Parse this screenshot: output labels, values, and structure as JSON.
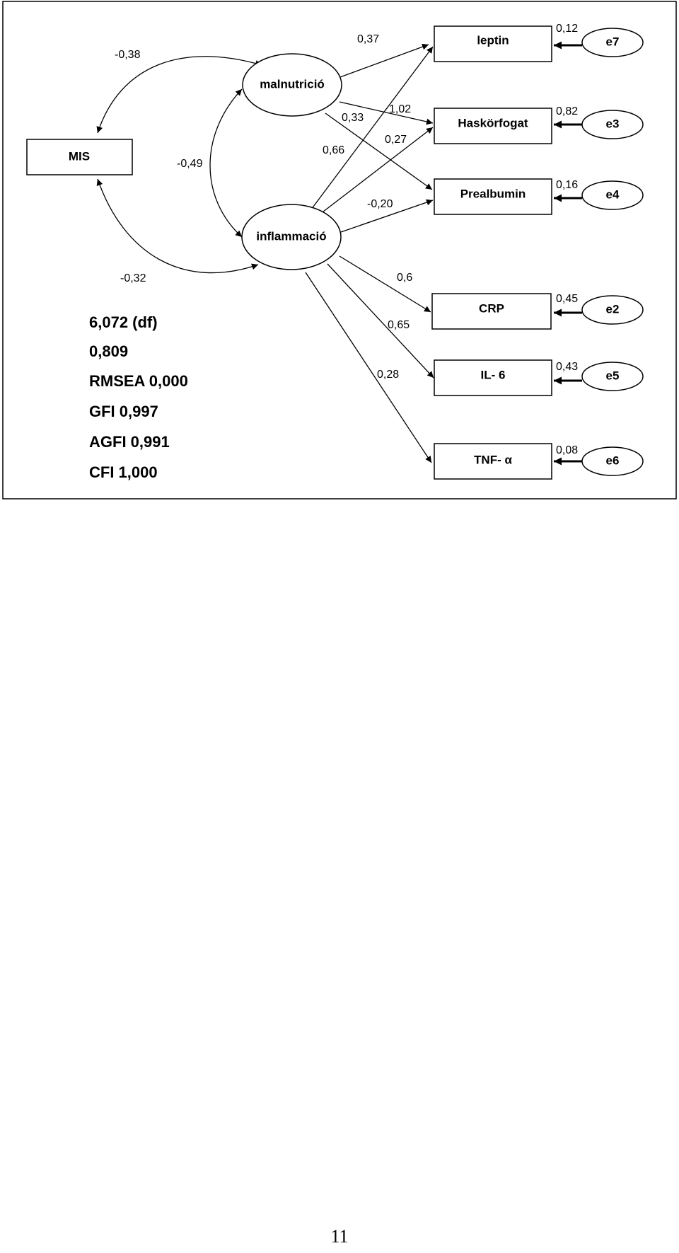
{
  "diagram": {
    "nodes": {
      "mis": "MIS",
      "malnutricio": "malnutrició",
      "inflammacio": "inflammació",
      "leptin": "leptin",
      "haskorfogat": "Haskörfogat",
      "prealbumin": "Prealbumin",
      "crp": "CRP",
      "il6": "IL- 6",
      "tnf": "TNF- α",
      "e7": "e7",
      "e3": "e3",
      "e4": "e4",
      "e2": "e2",
      "e5": "e5",
      "e6": "e6"
    },
    "edges": [
      {
        "from": "MIS",
        "to": "malnutrició",
        "value": "-0,38"
      },
      {
        "from": "MIS",
        "to": "inflammació",
        "value": "-0,32"
      },
      {
        "from": "malnutrició",
        "to": "inflammació",
        "value": "-0,49"
      },
      {
        "from": "malnutrició",
        "to": "leptin",
        "value": "0,37"
      },
      {
        "from": "malnutrició",
        "to": "Haskörfogat",
        "value": "0,33"
      },
      {
        "from": "malnutrició",
        "to": "Prealbumin",
        "value": "0,66"
      },
      {
        "from": "inflammació",
        "to": "leptin",
        "value": "1,02"
      },
      {
        "from": "inflammació",
        "to": "Haskörfogat",
        "value": "0,27"
      },
      {
        "from": "inflammació",
        "to": "Prealbumin",
        "value": "-0,20"
      },
      {
        "from": "inflammació",
        "to": "CRP",
        "value": "0,6"
      },
      {
        "from": "inflammació",
        "to": "IL- 6",
        "value": "0,65"
      },
      {
        "from": "inflammació",
        "to": "TNF- α",
        "value": "0,28"
      },
      {
        "from": "e7",
        "to": "leptin",
        "value": "0,12"
      },
      {
        "from": "e3",
        "to": "Haskörfogat",
        "value": "0,82"
      },
      {
        "from": "e4",
        "to": "Prealbumin",
        "value": "0,16"
      },
      {
        "from": "e2",
        "to": "CRP",
        "value": "0,45"
      },
      {
        "from": "e5",
        "to": "IL- 6",
        "value": "0,43"
      },
      {
        "from": "e6",
        "to": "TNF- α",
        "value": "0,08"
      }
    ],
    "stats": [
      "6,072 (df)",
      "0,809",
      "RMSEA 0,000",
      "GFI 0,997",
      "AGFI 0,991",
      "CFI 1,000"
    ]
  },
  "page_number": "11"
}
